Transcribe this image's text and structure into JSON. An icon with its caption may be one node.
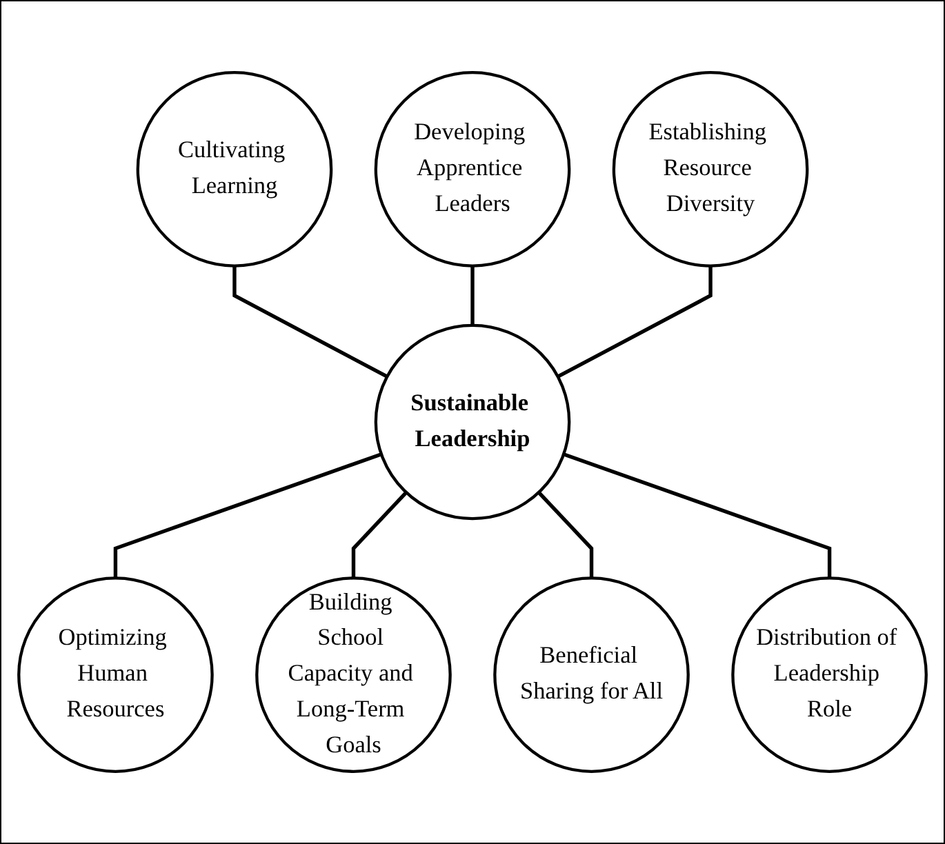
{
  "diagram": {
    "nodes": [
      {
        "text": [
          "Developing Apprentice Leaders"
        ]
      },
      {
        "text": [
          "Cultivating Learning"
        ]
      },
      {
        "text": [
          "Establishing Resource Diversity"
        ]
      },
      {
        "text": [
          "Sustainable Leadership"
        ]
      },
      {
        "text": [
          "Optimizing Human Resources"
        ]
      },
      {
        "text": [
          "Distribution of Leadership Role"
        ]
      },
      {
        "text": [
          "Building School Capacity and Long-Term Goals"
        ]
      },
      {
        "text": [
          "Beneficial Sharing for All"
        ]
      }
    ],
    "edges": [
      {
        "from": 1,
        "to": 3,
        "arrow": "none"
      },
      {
        "from": 0,
        "to": 3,
        "arrow": "none"
      },
      {
        "from": 2,
        "to": 3,
        "arrow": "none"
      },
      {
        "from": 3,
        "to": 4,
        "arrow": "none"
      },
      {
        "from": 3,
        "to": 6,
        "arrow": "none"
      },
      {
        "from": 3,
        "to": 7,
        "arrow": "none"
      },
      {
        "from": 3,
        "to": 5,
        "arrow": "none"
      }
    ]
  }
}
